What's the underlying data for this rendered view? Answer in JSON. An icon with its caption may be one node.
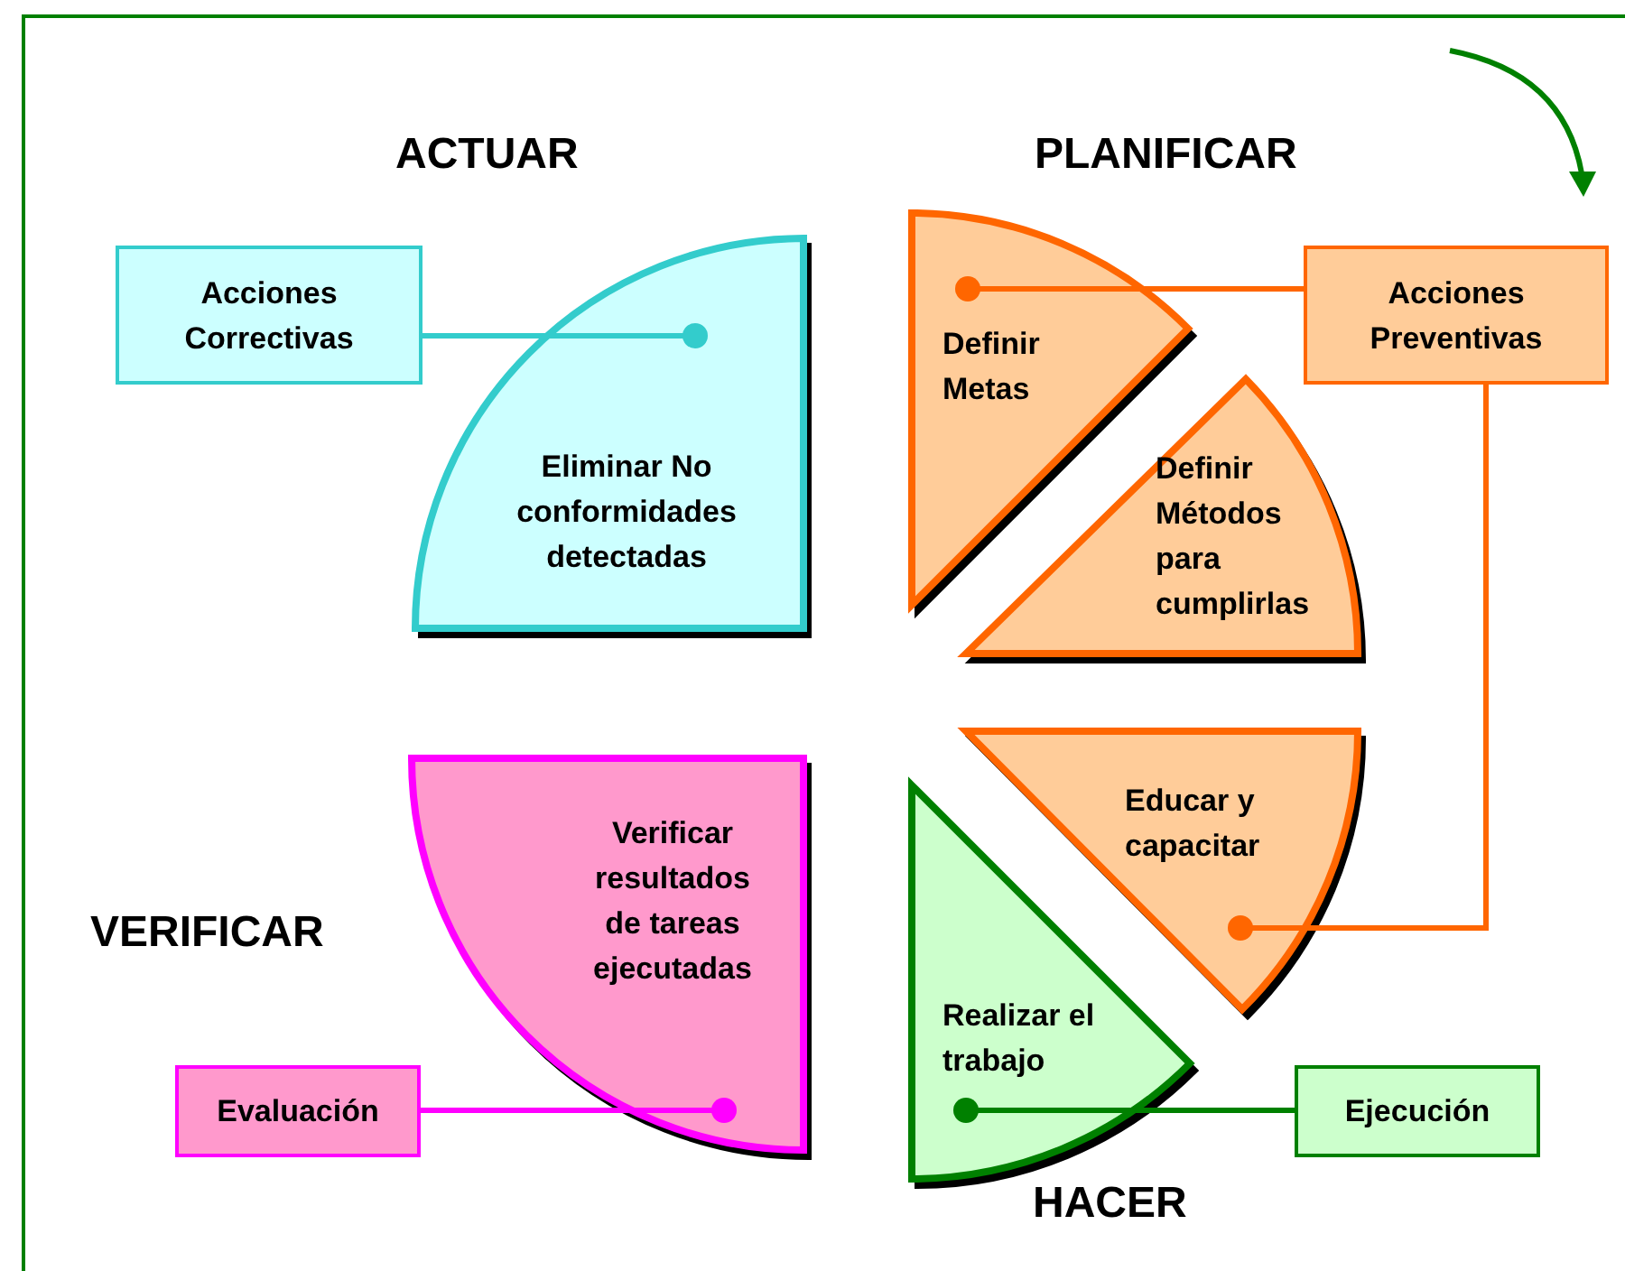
{
  "diagram": {
    "nodes": [
      {
        "text": [
          "Acciones Correctivas"
        ]
      },
      {
        "text": [
          "Eliminar No conformidades detectadas"
        ]
      },
      {
        "text": [
          "Definir Metas"
        ]
      },
      {
        "text": [
          "Acciones Preventivas"
        ]
      },
      {
        "text": [
          "Definir Métodos para cumplirlas"
        ]
      },
      {
        "text": [
          "Educar y capacitar"
        ]
      },
      {
        "text": [
          "Verificar resultados de tareas ejecutadas"
        ]
      },
      {
        "text": [
          "Evaluación"
        ]
      },
      {
        "text": [
          "Realizar el trabajo"
        ]
      },
      {
        "text": [
          "Ejecución"
        ]
      }
    ],
    "edges": [
      {
        "from": 0,
        "to": 1,
        "arrow": "other",
        "color": "#33cccc"
      },
      {
        "from": 3,
        "to": 2,
        "arrow": "other",
        "color": "#ff6600"
      },
      {
        "from": 3,
        "to": 5,
        "arrow": "other",
        "color": "#ff6600"
      },
      {
        "from": 7,
        "to": 6,
        "arrow": "other",
        "color": "#ff00ff"
      },
      {
        "from": 9,
        "to": 8,
        "arrow": "other",
        "color": "#008000"
      }
    ],
    "labels": [
      "ACTUAR",
      "PLANIFICAR",
      "VERIFICAR",
      "HACER"
    ]
  }
}
